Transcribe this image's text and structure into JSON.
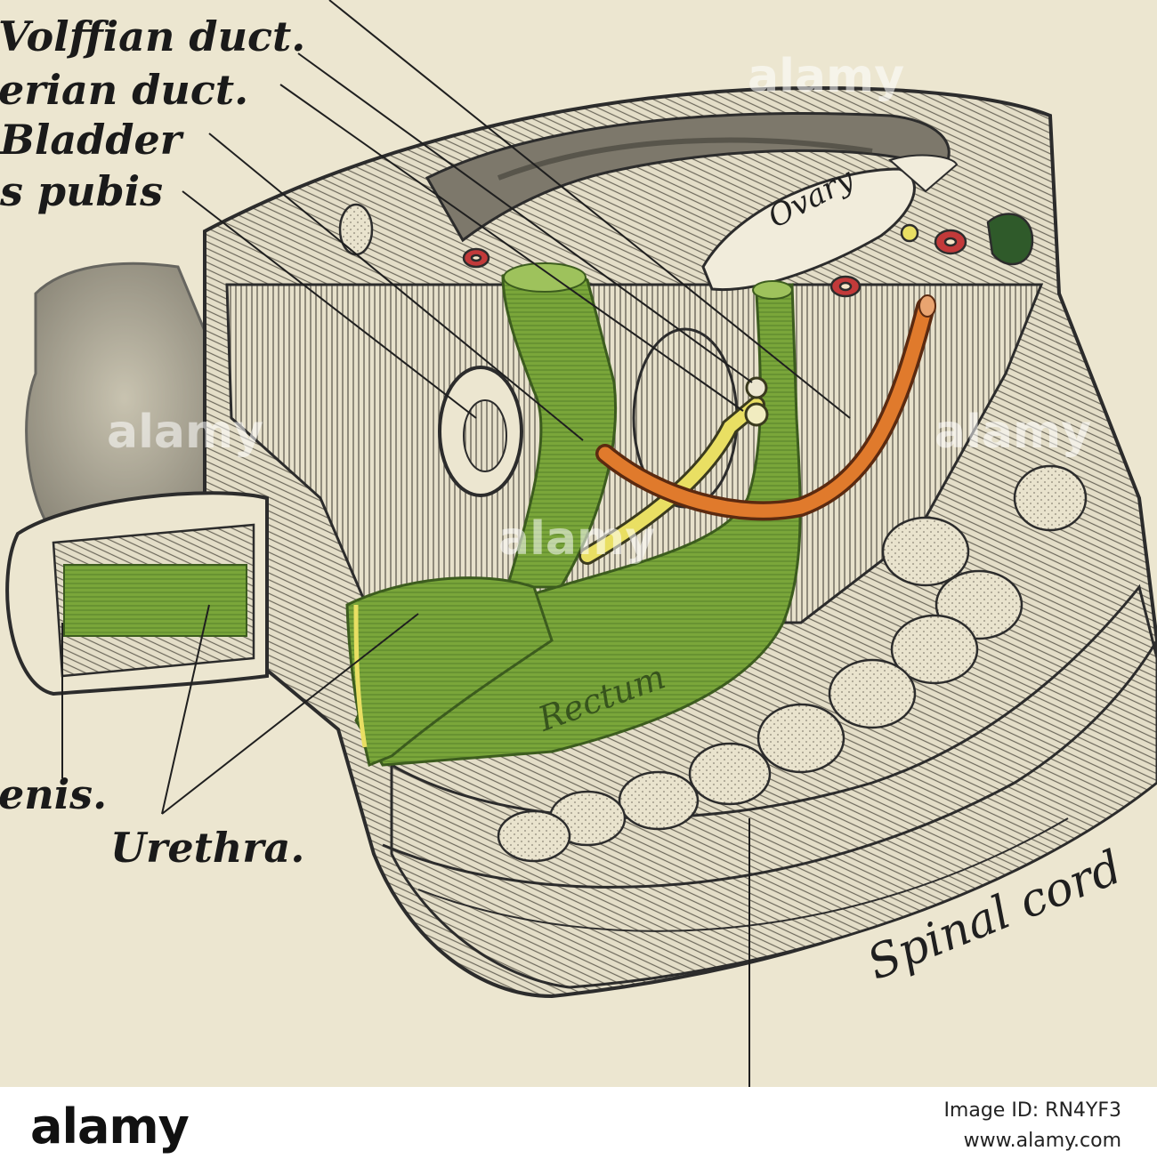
{
  "figure": {
    "labels": {
      "wolffian_duct": "Volffian duct.",
      "mullerian_duct": "erian duct.",
      "bladder": "Bladder",
      "os_pubis": "s pubis",
      "penis": "enis.",
      "urethra": "Urethra.",
      "spinal_cord": "Spinal cord"
    },
    "organs": {
      "ovary": "Ovary",
      "rectum": "Rectum"
    },
    "colors": {
      "paper": "#ece6d0",
      "green": "#7aa63a",
      "yellow": "#e9df63",
      "orange": "#e07a2c",
      "red": "#c23a3a",
      "dark_green": "#2f5a2a"
    },
    "watermark": "alamy"
  },
  "footer": {
    "brand": "alamy",
    "image_id": "Image ID: RN4YF3",
    "site": "www.alamy.com"
  }
}
